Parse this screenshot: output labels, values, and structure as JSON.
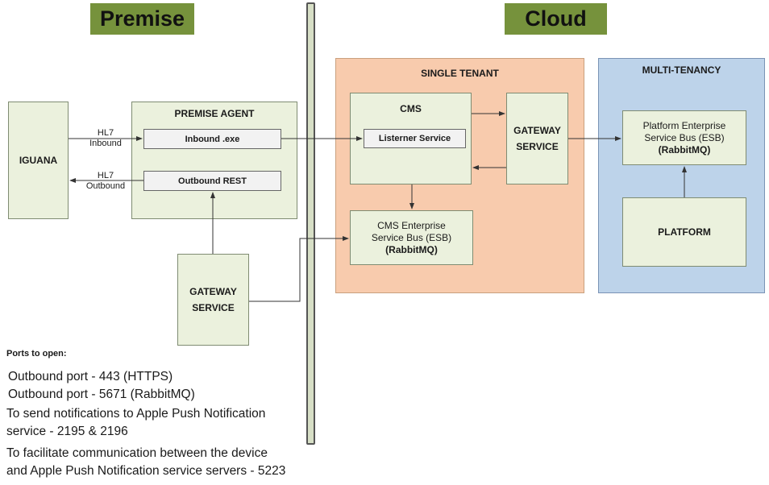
{
  "headers": {
    "premise": "Premise",
    "cloud": "Cloud"
  },
  "iguana": "IGUANA",
  "premise_agent": {
    "title": "PREMISE AGENT",
    "inbound": "Inbound .exe",
    "outbound": "Outbound REST"
  },
  "hl7": {
    "inbound_line1": "HL7",
    "inbound_line2": "Inbound",
    "outbound_line1": "HL7",
    "outbound_line2": "Outbound"
  },
  "gateway_premise": {
    "line1": "GATEWAY",
    "line2": "SERVICE"
  },
  "single_tenant": {
    "title": "SINGLE TENANT",
    "cms": "CMS",
    "listener": "Listerner Service",
    "gateway_line1": "GATEWAY",
    "gateway_line2": "SERVICE",
    "esb_line1": "CMS Enterprise",
    "esb_line2": "Service Bus (ESB)",
    "esb_line3": "(RabbitMQ)"
  },
  "multi_tenancy": {
    "title": "MULTI-TENANCY",
    "esb_line1": "Platform Enterprise",
    "esb_line2": "Service Bus (ESB)",
    "esb_line3": "(RabbitMQ)",
    "platform": "PLATFORM"
  },
  "ports": {
    "title": "Ports to open:",
    "line1": "Outbound port - 443 (HTTPS)",
    "line2": "Outbound port - 5671 (RabbitMQ)",
    "line3": "To send notifications to Apple Push Notification",
    "line4": "service - 2195 & 2196",
    "line5": "To facilitate communication between the device",
    "line6": "and Apple Push Notification service servers - 5223"
  }
}
